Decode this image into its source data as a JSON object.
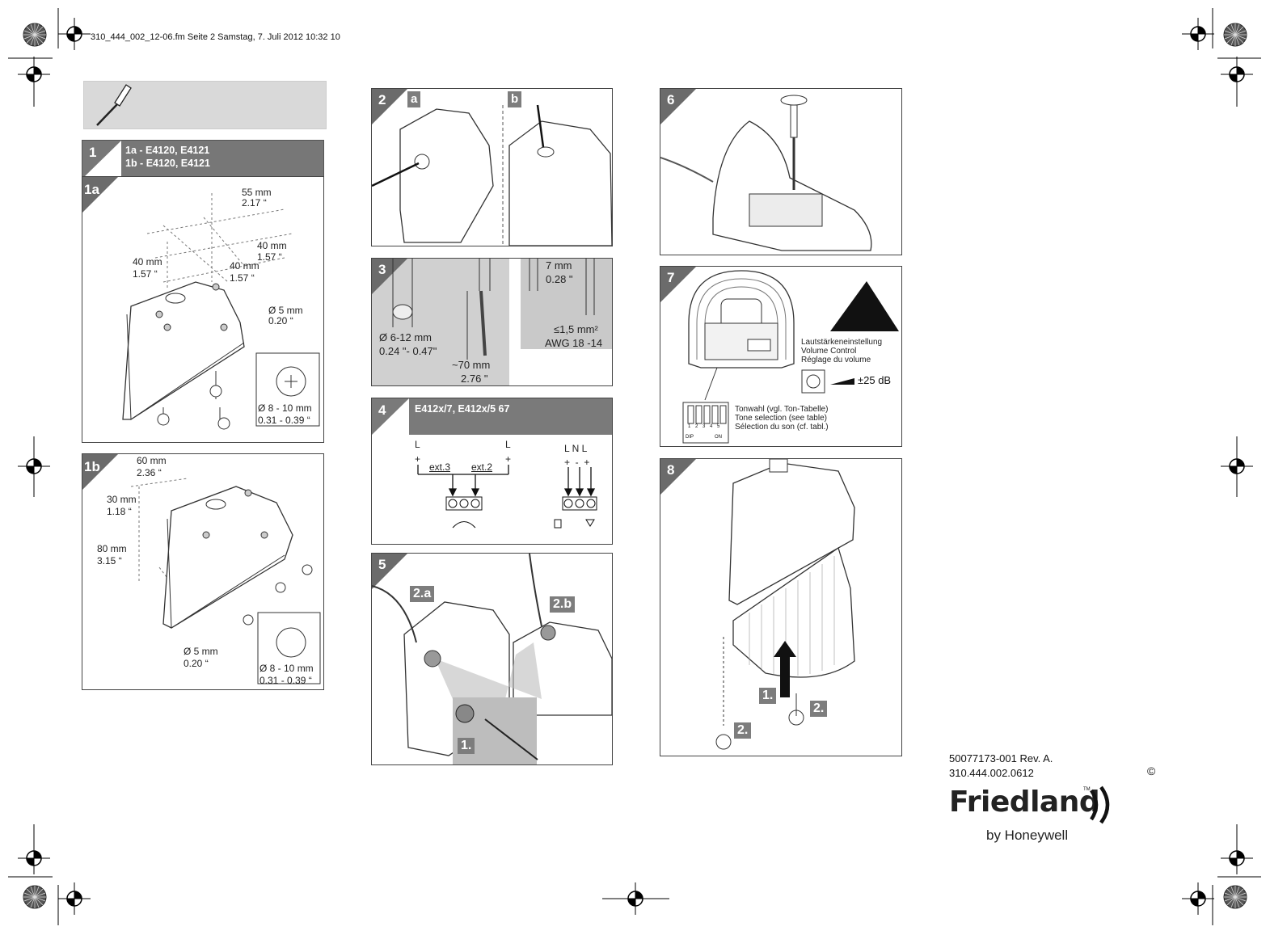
{
  "header": {
    "file_line": "310_444_002_12-06.fm  Seite 2  Samstag, 7. Juli 2012  10:32 10"
  },
  "p1": {
    "num": "1",
    "models_1": "1a - E4120, E4121",
    "models_2": "1b - E4120, E4121"
  },
  "p1a": {
    "tag": "1a",
    "d1": "55 mm",
    "d1i": "2.17 “",
    "d2": "40 mm",
    "d2i": "1.57 “",
    "d3": "40 mm",
    "d3i": "1.57 “",
    "d4": "40 mm",
    "d4i": "1.57 “",
    "d5": "Ø 5 mm",
    "d5i": "0.20 “",
    "d6": "Ø 8 - 10 mm",
    "d6i": "0.31 - 0.39 “"
  },
  "p1b": {
    "tag": "1b",
    "d1": "60 mm",
    "d1i": "2.36 “",
    "d2": "30 mm",
    "d2i": "1.18 “",
    "d3": "80 mm",
    "d3i": "3.15 “",
    "d4": "Ø 5 mm",
    "d4i": "0.20 “",
    "d5": "Ø 8 - 10 mm",
    "d5i": "0.31 - 0.39 “"
  },
  "p2": {
    "num": "2",
    "a": "a",
    "b": "b"
  },
  "p3": {
    "num": "3",
    "d1": "Ø 6-12 mm",
    "d1i": "0.24 \"- 0.47\"",
    "d2": "~70 mm",
    "d2i": "2.76 \"",
    "d3": "7 mm",
    "d3i": "0.28 \"",
    "d4": "≤1,5 mm²",
    "d4i": "AWG 18 -14"
  },
  "p4": {
    "num": "4",
    "title": "E412x/7, E412x/5 67",
    "l1": "L",
    "l2": "L",
    "plus1": "+",
    "plus2": "+",
    "ext3": "ext.3",
    "ext2": "ext.2",
    "lnl": "L N L",
    "pmp": "+  -  +"
  },
  "p5": {
    "num": "5",
    "t2a": "2.a",
    "t2b": "2.b",
    "t1": "1."
  },
  "p6": {
    "num": "6"
  },
  "p7": {
    "num": "7",
    "vol_de": "Lautstärkeneinstellung",
    "vol_en": "Volume Control",
    "vol_fr": "Réglage du volume",
    "db": "±25 dB",
    "tone_de": "Tonwahl (vgl. Ton-Tabelle)",
    "tone_en": "Tone selection (see table)",
    "tone_fr": "Sélection du son (cf. tabl.)",
    "dip": "DIP",
    "on": "ON",
    "dipnums": "1 2 3 4 5"
  },
  "p8": {
    "num": "8",
    "t1": "1.",
    "t2a": "2.",
    "t2b": "2."
  },
  "footer": {
    "doc1": "50077173-001 Rev. A.",
    "doc2": "310.444.002.0612",
    "copy": "©",
    "brand": "Friedland",
    "tm": "TM",
    "by": "by Honeywell"
  }
}
